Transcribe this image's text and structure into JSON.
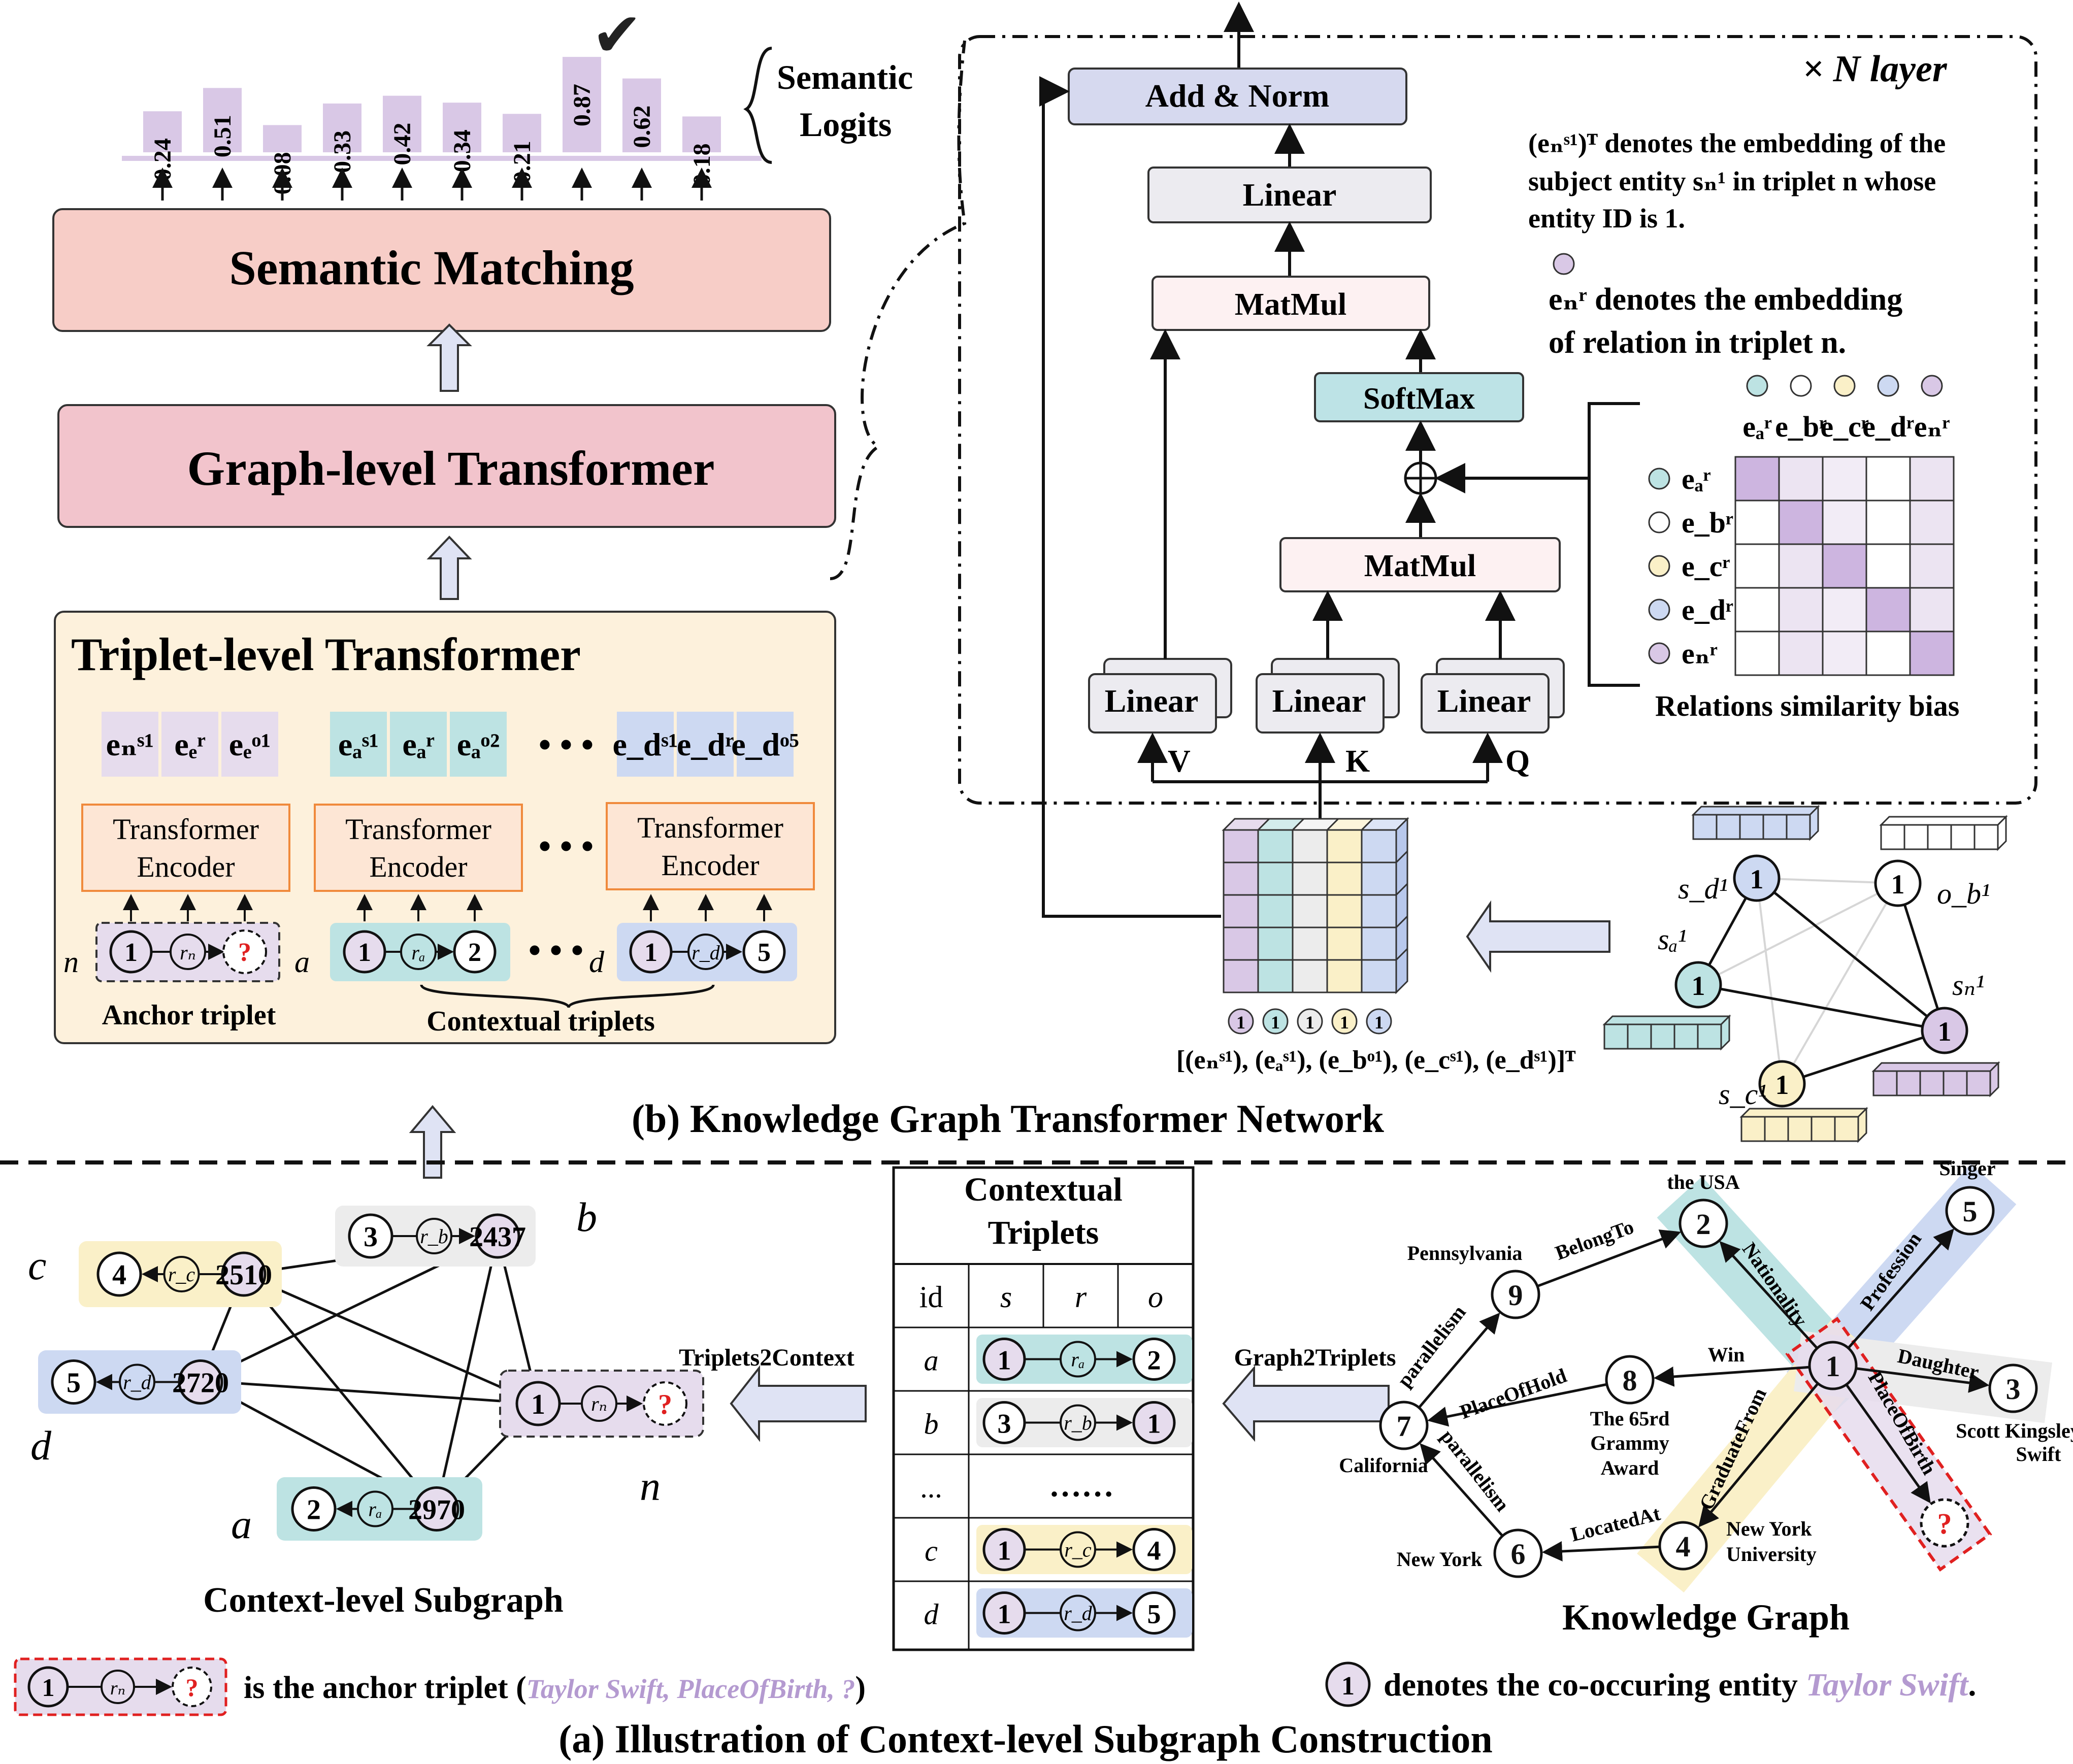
{
  "semantic_logits": {
    "values": [
      "0.24",
      "0.51",
      "0.08",
      "0.33",
      "0.42",
      "0.34",
      "0.21",
      "0.87",
      "0.62",
      "0.18"
    ],
    "label_line1": "Semantic",
    "label_line2": "Logits",
    "checkmark": "✔"
  },
  "blocks": {
    "semantic_matching": "Semantic Matching",
    "graph_transformer": "Graph-level Transformer",
    "triplet_transformer": "Triplet-level Transformer",
    "encoder_line1": "Transformer",
    "encoder_line2": "Encoder",
    "dots": "• • •",
    "anchor_triplet": "Anchor triplet",
    "contextual_triplets": "Contextual triplets",
    "row_n": "n",
    "row_a": "a",
    "row_d": "d"
  },
  "kgtn": {
    "n_layer": "× N layer",
    "add_norm": "Add & Norm",
    "linear": "Linear",
    "matmul": "MatMul",
    "softmax": "SoftMax",
    "v": "V",
    "k": "K",
    "q": "Q",
    "note1_line1": "(eₙˢ¹)ᵀ denotes the embedding of the",
    "note1_line2": "subject entity sₙ¹ in triplet n whose",
    "note1_line3": "entity ID is 1.",
    "note2_line1": "eₙʳ denotes the embedding",
    "note2_line2": "of relation in triplet n.",
    "bias_label": "Relations similarity bias",
    "matrix_rows": [
      "eₐʳ",
      "e_bʳ",
      "e_cʳ",
      "e_dʳ",
      "eₙʳ"
    ],
    "stack_label": "[(eₙˢ¹), (eₐˢ¹), (e_bᵒ¹), (e_cˢ¹), (e_dˢ¹)]ᵀ",
    "stack_ids": [
      "1",
      "1",
      "1",
      "1",
      "1"
    ],
    "graph_labels": [
      "s_d¹",
      "o_b¹",
      "sₐ¹",
      "sₙ¹",
      "s_c¹"
    ],
    "section_title": "(b) Knowledge Graph Transformer Network"
  },
  "context_subgraph": {
    "title": "Context-level Subgraph",
    "letters": [
      "b",
      "c",
      "d",
      "n",
      "a"
    ],
    "question": "?"
  },
  "context_table": {
    "title_line1": "Contextual",
    "title_line2": "Triplets",
    "headers": [
      "id",
      "s",
      "r",
      "o"
    ],
    "rows": [
      {
        "id": "a",
        "s": "1",
        "r": "rₐ",
        "o": "2"
      },
      {
        "id": "b",
        "s": "3",
        "r": "r_b",
        "o": "1"
      },
      {
        "id": "...",
        "s": "",
        "r": "……",
        "o": ""
      },
      {
        "id": "c",
        "s": "1",
        "r": "r_c",
        "o": "4"
      },
      {
        "id": "d",
        "s": "1",
        "r": "r_d",
        "o": "5"
      }
    ],
    "arrow_left": "Triplets2Context",
    "arrow_right": "Graph2Triplets"
  },
  "knowledge_graph": {
    "title": "Knowledge Graph",
    "entities": {
      "n1": "1",
      "n2": "2",
      "n3": "3",
      "n4": "4",
      "n5": "5",
      "n6": "6",
      "n7": "7",
      "n8": "8",
      "n9": "9",
      "nq": "?"
    },
    "labels": {
      "the_usa": "the USA",
      "singer": "Singer",
      "pennsylvania": "Pennsylvania",
      "belongto": "BelongTo",
      "nationality": "Nationality",
      "profession": "Profession",
      "parallelism": "parallelism",
      "placeofhold": "PlaceOfHold",
      "win": "Win",
      "daughter": "Daughter",
      "grammy1": "The 65rd",
      "grammy2": "Grammy",
      "grammy3": "Award",
      "california": "California",
      "swift1": "Scott Kingsley",
      "swift2": "Swift",
      "graduatefrom": "GraduateFrom",
      "placeofbirth": "PlaceOfBirth",
      "locatedat": "LocatedAt",
      "nyu1": "New York",
      "nyu2": "University",
      "newyork": "New York"
    }
  },
  "legend": {
    "anchor_text": "is the anchor triplet (",
    "anchor_example": "Taylor Swift, PlaceOfBirth, ?",
    "anchor_close": ")",
    "entity_text": "denotes the co-occuring entity",
    "entity_name": "Taylor Swift",
    "entity_period": "."
  },
  "bottom_title": "(a) Illustration of  Context-level Subgraph Construction",
  "colors": {
    "semantic_fill": "#f7cdc7",
    "graph_fill": "#f2c4cc",
    "triplet_fill": "#fdf1dc",
    "purple": "#d9c8e6",
    "teal": "#bde3e3",
    "blue": "#cdd9f2",
    "yellow": "#faf0c8",
    "gray": "#ececec",
    "encoder": "#fde6d5",
    "addnorm": "#d6d9ef",
    "softmax": "#bde3e6"
  }
}
